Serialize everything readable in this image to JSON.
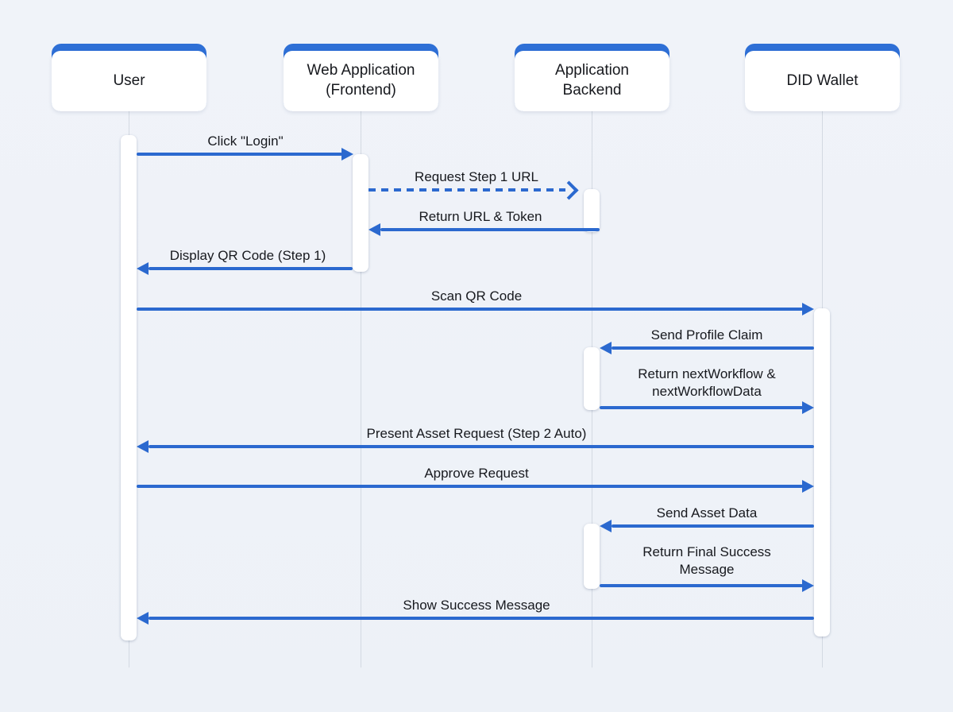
{
  "participants": [
    {
      "name": "User"
    },
    {
      "name": "Web Application\n(Frontend)"
    },
    {
      "name": "Application\nBackend"
    },
    {
      "name": "DID Wallet"
    }
  ],
  "messages": [
    {
      "label": "Click \"Login\"",
      "from": "User",
      "to": "Web Application (Frontend)",
      "line": "solid",
      "direction": "right"
    },
    {
      "label": "Request Step 1 URL",
      "from": "Web Application (Frontend)",
      "to": "Application Backend",
      "line": "dashed",
      "direction": "right"
    },
    {
      "label": "Return URL & Token",
      "from": "Application Backend",
      "to": "Web Application (Frontend)",
      "line": "solid",
      "direction": "left"
    },
    {
      "label": "Display QR Code (Step 1)",
      "from": "Web Application (Frontend)",
      "to": "User",
      "line": "solid",
      "direction": "left"
    },
    {
      "label": "Scan QR Code",
      "from": "User",
      "to": "DID Wallet",
      "line": "solid",
      "direction": "right"
    },
    {
      "label": "Send Profile Claim",
      "from": "DID Wallet",
      "to": "Application Backend",
      "line": "solid",
      "direction": "left"
    },
    {
      "label": "Return nextWorkflow &\nnextWorkflowData",
      "from": "Application Backend",
      "to": "DID Wallet",
      "line": "solid",
      "direction": "right"
    },
    {
      "label": "Present Asset Request (Step 2 Auto)",
      "from": "DID Wallet",
      "to": "User",
      "line": "solid",
      "direction": "left"
    },
    {
      "label": "Approve Request",
      "from": "User",
      "to": "DID Wallet",
      "line": "solid",
      "direction": "right"
    },
    {
      "label": "Send Asset Data",
      "from": "DID Wallet",
      "to": "Application Backend",
      "line": "solid",
      "direction": "left"
    },
    {
      "label": "Return Final Success\nMessage",
      "from": "Application Backend",
      "to": "DID Wallet",
      "line": "solid",
      "direction": "right"
    },
    {
      "label": "Show Success Message",
      "from": "DID Wallet",
      "to": "User",
      "line": "solid",
      "direction": "left"
    }
  ],
  "colors": {
    "accent": "#2e6fd6",
    "arrow": "#2b69cf",
    "background": "#eef2f8",
    "lifeline": "#d3d9e2",
    "box_fill": "#ffffff"
  }
}
